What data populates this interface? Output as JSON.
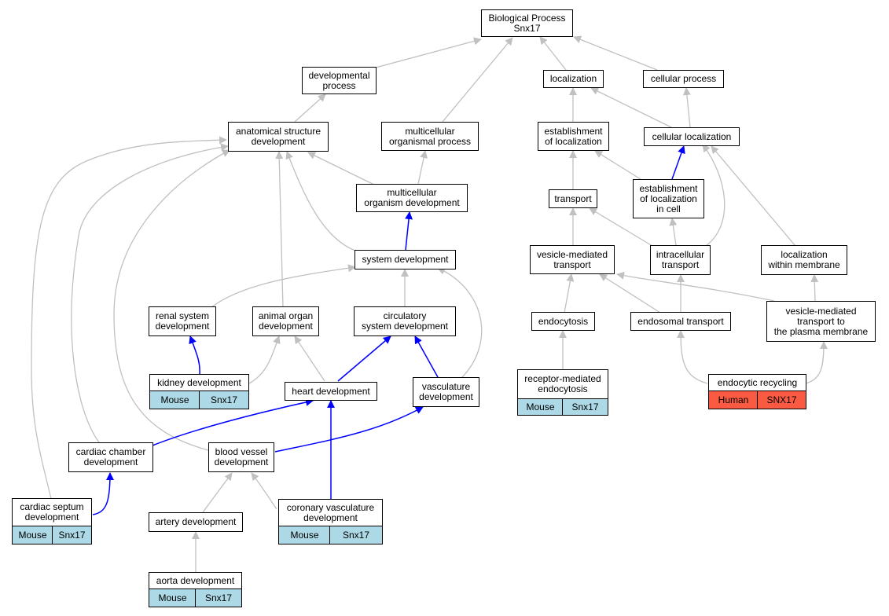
{
  "nodes": {
    "bp": "Biological Process\nSnx17",
    "devproc": "developmental\nprocess",
    "localization": "localization",
    "cellproc": "cellular process",
    "anatdev": "anatomical structure\ndevelopment",
    "multiorgproc": "multicellular\norganismal process",
    "estloc": "establishment\nof localization",
    "cellloc": "cellular localization",
    "multiorgdev": "multicellular\norganism development",
    "transport": "transport",
    "estloccell": "establishment\nof localization\nin cell",
    "sysdev": "system development",
    "vesmed": "vesicle-mediated\ntransport",
    "intracell": "intracellular\ntransport",
    "locmem": "localization\nwithin membrane",
    "renal": "renal system\ndevelopment",
    "animalorgan": "animal organ\ndevelopment",
    "circ": "circulatory\nsystem development",
    "endocytosis": "endocytosis",
    "endosomal": "endosomal transport",
    "vesplasma": "vesicle-mediated\ntransport to\nthe plasma membrane",
    "kidney": "kidney development",
    "heart": "heart development",
    "vasc": "vasculature\ndevelopment",
    "receptor": "receptor-mediated\nendocytosis",
    "recycling": "endocytic recycling",
    "chamber": "cardiac chamber\ndevelopment",
    "bloodvessel": "blood vessel\ndevelopment",
    "septum": "cardiac septum\ndevelopment",
    "artery": "artery development",
    "coronary": "coronary vasculature\ndevelopment",
    "aorta": "aorta development"
  },
  "tags": {
    "kidney": [
      "Mouse",
      "Snx17"
    ],
    "receptor": [
      "Mouse",
      "Snx17"
    ],
    "recycling": [
      "Human",
      "SNX17"
    ],
    "septum": [
      "Mouse",
      "Snx17"
    ],
    "coronary": [
      "Mouse",
      "Snx17"
    ],
    "aorta": [
      "Mouse",
      "Snx17"
    ]
  },
  "colors": {
    "gray_edge": "#c0c0c0",
    "blue_edge": "#0000ff",
    "mouse_fill": "#add8e6",
    "human_fill": "#fa5a41"
  }
}
